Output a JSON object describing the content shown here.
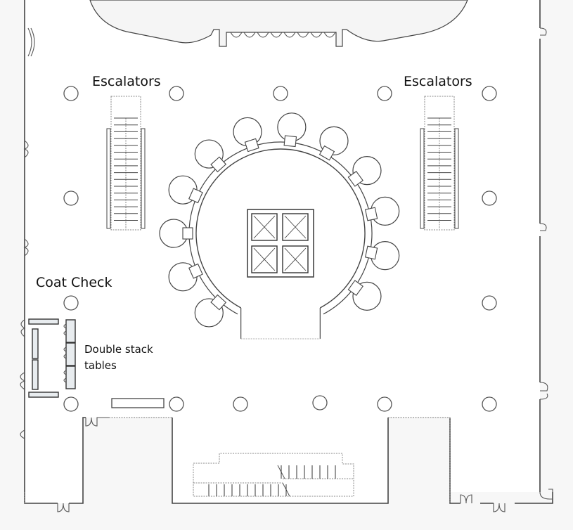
{
  "map": {
    "type": "floor-plan",
    "colors": {
      "background": "#f7f7f7",
      "floor": "#ffffff",
      "wall": "#444444",
      "table_fill": "#e8ecef",
      "outside": "#f4f4f4"
    },
    "labels": {
      "escalators_left": "Escalators",
      "escalators_right": "Escalators",
      "coat_check": "Coat Check",
      "double_stack_line1": "Double stack",
      "double_stack_line2": "tables"
    },
    "features": [
      {
        "name": "Escalators",
        "kind": "escalator",
        "count": 2
      },
      {
        "name": "Elevator bank",
        "kind": "elevator",
        "count": 4
      },
      {
        "name": "Coat Check",
        "kind": "area"
      },
      {
        "name": "Double stack tables",
        "kind": "furniture",
        "count": 7
      },
      {
        "name": "Stairs",
        "kind": "stairs"
      }
    ]
  }
}
